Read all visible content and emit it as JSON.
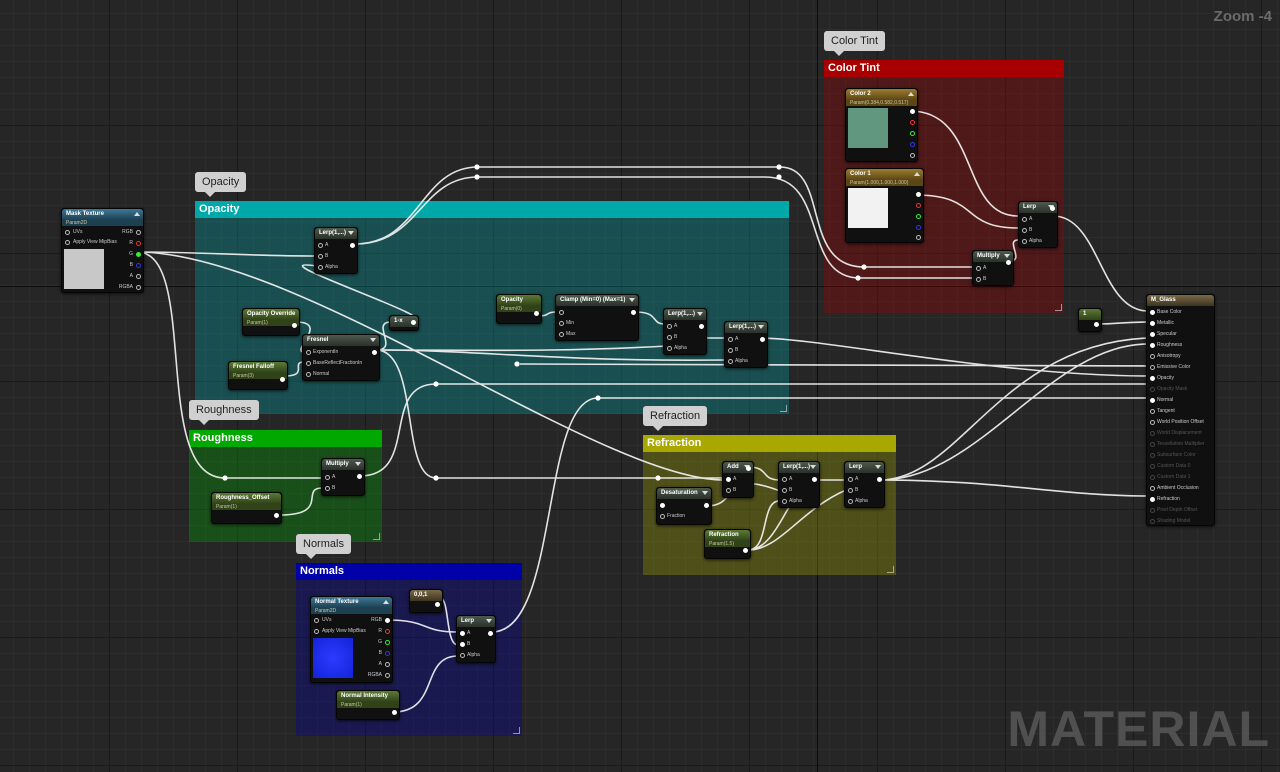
{
  "zoom_label": "Zoom -4",
  "watermark": "MATERIAL",
  "comments": {
    "color_tint": {
      "title": "Color Tint",
      "bubble": "Color Tint",
      "color": "#a80000"
    },
    "opacity": {
      "title": "Opacity",
      "bubble": "Opacity",
      "color": "#00a8aa"
    },
    "roughness": {
      "title": "Roughness",
      "bubble": "Roughness",
      "color": "#00a800"
    },
    "refraction": {
      "title": "Refraction",
      "bubble": "Refraction",
      "color": "#a8a800"
    },
    "normals": {
      "title": "Normals",
      "bubble": "Normals",
      "color": "#0000a8"
    }
  },
  "nodes": {
    "mask_texture": {
      "title": "Mask Texture",
      "sub": "Param2D",
      "in1": "UVs",
      "in2": "Apply View MipBias",
      "out": [
        "RGB",
        "R",
        "G",
        "B",
        "A",
        "RGBA"
      ]
    },
    "lerp_op1": {
      "title": "Lerp(1,...)",
      "pins": [
        "A",
        "B",
        "Alpha"
      ]
    },
    "opacity_override": {
      "title": "Opacity Override",
      "sub": "Param(1)"
    },
    "fresnel_falloff": {
      "title": "Fresnel Falloff",
      "sub": "Param(3)"
    },
    "fresnel": {
      "title": "Fresnel",
      "pins": [
        "ExponentIn",
        "BaseReflectFractionIn",
        "Normal"
      ]
    },
    "one_minus": {
      "title": "1-x"
    },
    "opacity": {
      "title": "Opacity",
      "sub": "Param(0)"
    },
    "clamp": {
      "title": "Clamp (Min=0) (Max=1)",
      "pins": [
        "",
        "Min",
        "Max"
      ]
    },
    "lerp_op2": {
      "title": "Lerp(1,...)",
      "pins": [
        "A",
        "B",
        "Alpha"
      ]
    },
    "lerp_op3": {
      "title": "Lerp(1,...)",
      "pins": [
        "A",
        "B",
        "Alpha"
      ]
    },
    "color2": {
      "title": "Color 2",
      "sub": "Param(0.384,0.582,0.517)"
    },
    "color1": {
      "title": "Color 1",
      "sub": "Param(1.000,1.000,1.000)"
    },
    "multiply_tint": {
      "title": "Multiply",
      "pins": [
        "A",
        "B"
      ]
    },
    "lerp_tint": {
      "title": "Lerp",
      "pins": [
        "A",
        "B",
        "Alpha"
      ]
    },
    "const_one": {
      "title": "1"
    },
    "multiply_rough": {
      "title": "Multiply",
      "pins": [
        "A",
        "B"
      ]
    },
    "roughness_offset": {
      "title": "Roughness_Offset",
      "sub": "Param(1)"
    },
    "add": {
      "title": "Add",
      "pins": [
        "A",
        "B"
      ]
    },
    "desaturation": {
      "title": "Desaturation",
      "pins": [
        "",
        "Fraction"
      ]
    },
    "lerp_ref1": {
      "title": "Lerp(1,...)",
      "pins": [
        "A",
        "B",
        "Alpha"
      ]
    },
    "lerp_ref2": {
      "title": "Lerp",
      "pins": [
        "A",
        "B",
        "Alpha"
      ]
    },
    "refraction_param": {
      "title": "Refraction",
      "sub": "Param(1.5)"
    },
    "normal_texture": {
      "title": "Normal Texture",
      "sub": "Param2D",
      "in1": "UVs",
      "in2": "Apply View MipBias",
      "out": [
        "RGB",
        "R",
        "G",
        "B",
        "A",
        "RGBA"
      ]
    },
    "const_001": {
      "title": "0,0,1"
    },
    "lerp_normal": {
      "title": "Lerp",
      "pins": [
        "A",
        "B",
        "Alpha"
      ]
    },
    "normal_intensity": {
      "title": "Normal Intensity",
      "sub": "Param(1)"
    }
  },
  "result_node": {
    "title": "M_Glass",
    "inputs": [
      {
        "label": "Base Color",
        "active": true
      },
      {
        "label": "Metallic",
        "active": true
      },
      {
        "label": "Specular",
        "active": true
      },
      {
        "label": "Roughness",
        "active": true
      },
      {
        "label": "Anisotropy",
        "active": true
      },
      {
        "label": "Emissive Color",
        "active": true
      },
      {
        "label": "Opacity",
        "active": true
      },
      {
        "label": "Opacity Mask",
        "active": false
      },
      {
        "label": "Normal",
        "active": true
      },
      {
        "label": "Tangent",
        "active": true
      },
      {
        "label": "World Position Offset",
        "active": true
      },
      {
        "label": "World Displacement",
        "active": false
      },
      {
        "label": "Tessellation Multiplier",
        "active": false
      },
      {
        "label": "Subsurface Color",
        "active": false
      },
      {
        "label": "Custom Data 0",
        "active": false
      },
      {
        "label": "Custom Data 1",
        "active": false
      },
      {
        "label": "Ambient Occlusion",
        "active": true
      },
      {
        "label": "Refraction",
        "active": true
      },
      {
        "label": "Pixel Depth Offset",
        "active": false
      },
      {
        "label": "Shading Model",
        "active": false
      }
    ]
  },
  "colors": {
    "color2_swatch": "#62977f",
    "color1_swatch": "#f2f2f2",
    "normal_preview": "#1a2cf0",
    "mask_preview": "#c8c8c8"
  }
}
